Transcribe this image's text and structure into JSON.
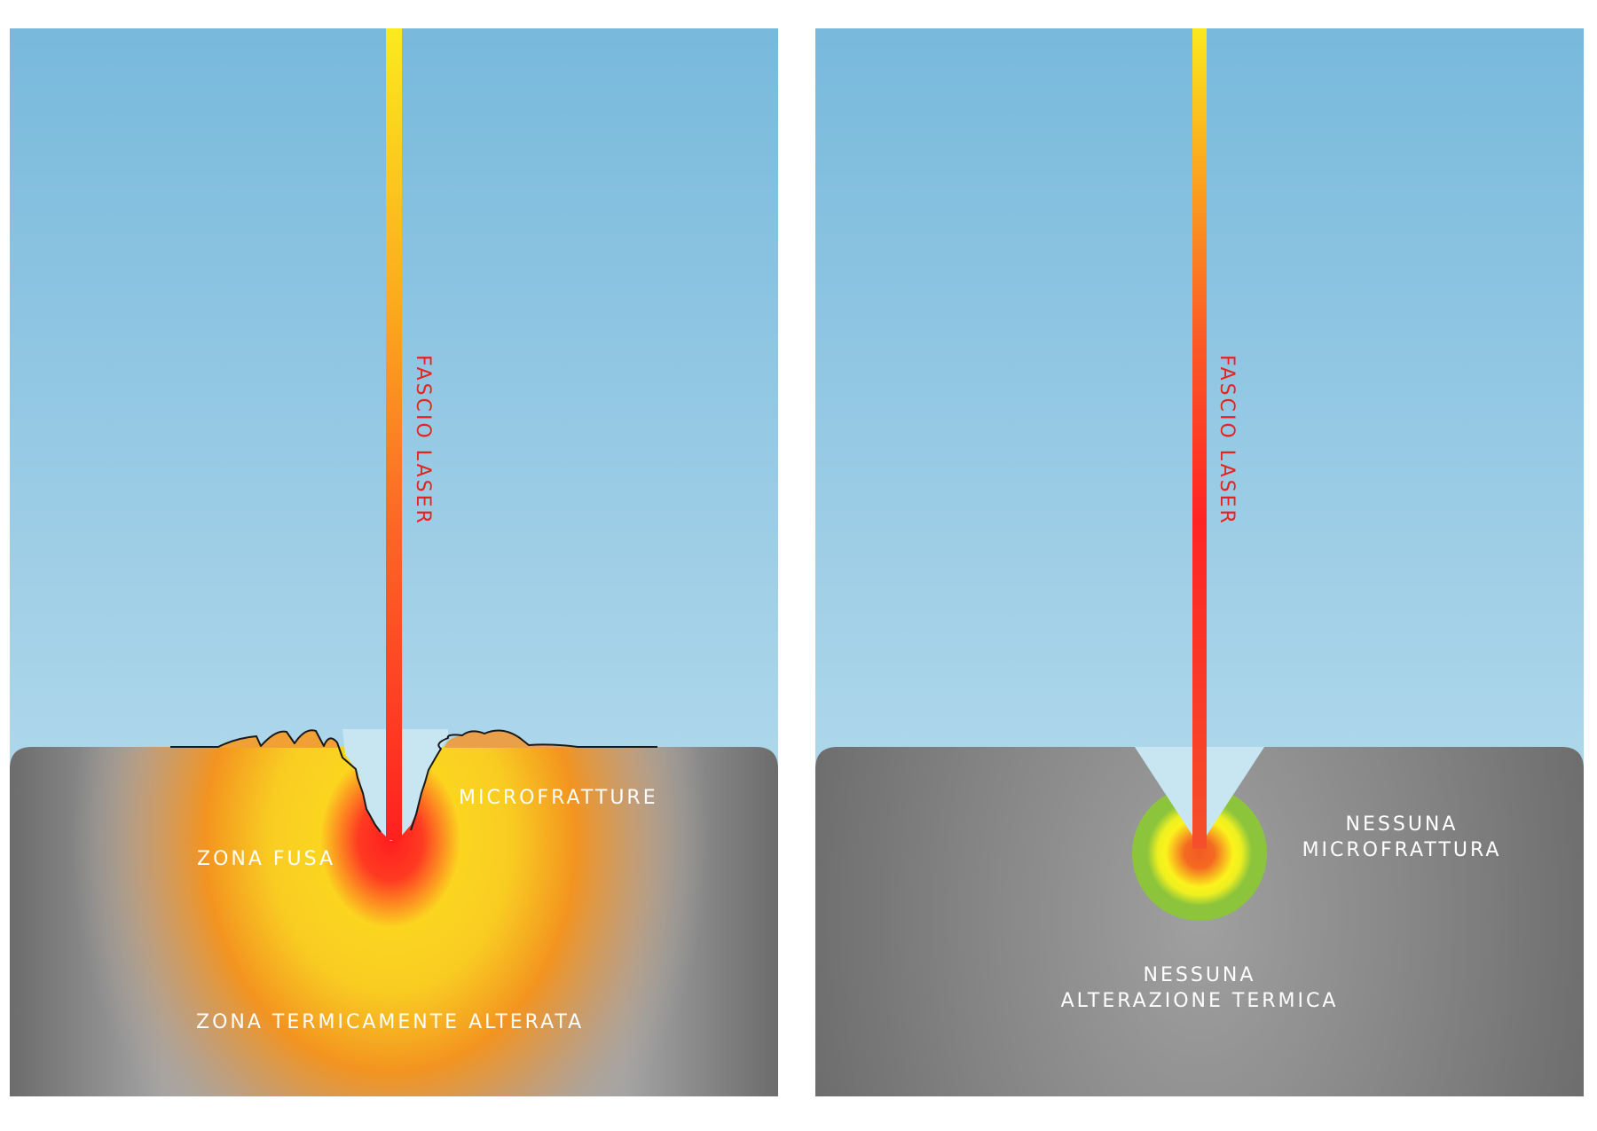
{
  "diagram": {
    "type": "comparison",
    "colors": {
      "sky_top": "#78b9dc",
      "sky_bottom": "#c6e4f1",
      "ground_dark": "#6c6c6c",
      "ground_light": "#a2a2a2",
      "heat_red": "#ff2424",
      "heat_yellow": "#fbd520",
      "heat_orange": "#f39420",
      "cold_green": "#8cc43c",
      "laser_label": "#e8231e",
      "text": "#ffffff"
    },
    "panels": [
      {
        "id": "left",
        "beam_label": "FASCIO LASER",
        "labels": {
          "microfractures": "MICROFRATTURE",
          "melted_zone": "ZONA FUSA",
          "heat_affected_zone": "ZONA TERMICAMENTE ALTERATA"
        }
      },
      {
        "id": "right",
        "beam_label": "FASCIO LASER",
        "labels": {
          "no_microfracture_line1": "NESSUNA",
          "no_microfracture_line2": "MICROFRATTURA",
          "no_thermal_line1": "NESSUNA",
          "no_thermal_line2": "ALTERAZIONE TERMICA"
        }
      }
    ]
  }
}
